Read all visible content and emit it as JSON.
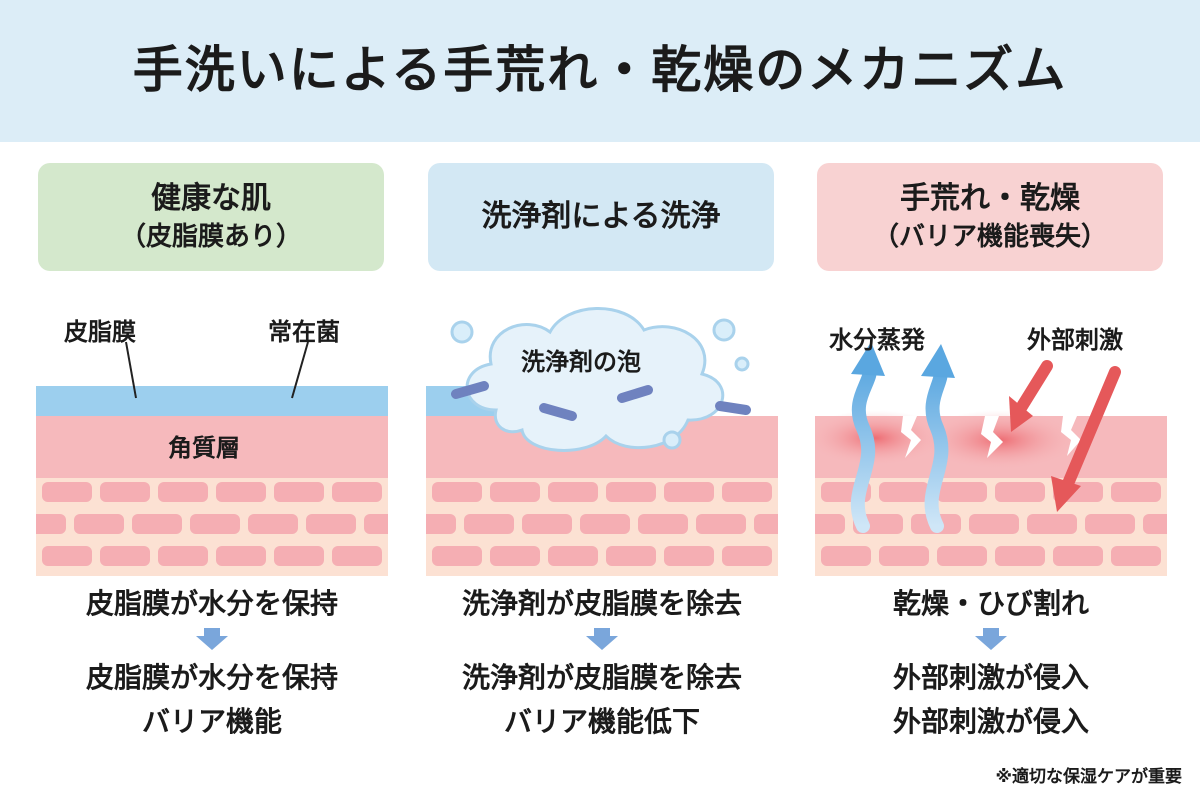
{
  "title": "手洗いによる手荒れ・乾燥のメカニズム",
  "columns": [
    {
      "header_line1": "健康な肌",
      "header_line2": "（皮脂膜あり）",
      "labels": {
        "sebum_film": "皮脂膜",
        "resident_bacteria": "常在菌",
        "stratum_corneum": "角質層"
      },
      "text1": "皮脂膜が水分を保持",
      "text2": "皮脂膜が水分を保持",
      "text3": "バリア機能"
    },
    {
      "header_line1": "洗浄剤による洗浄",
      "labels": {
        "foam": "洗浄剤の泡"
      },
      "text1": "洗浄剤が皮脂膜を除去",
      "text2": "洗浄剤が皮脂膜を除去",
      "text3": "バリア機能低下"
    },
    {
      "header_line1": "手荒れ・乾燥",
      "header_line2": "（バリア機能喪失）",
      "labels": {
        "evaporation": "水分蒸発",
        "external_stimulus": "外部刺激"
      },
      "text1": "乾燥・ひび割れ",
      "text2": "外部刺激が侵入",
      "text3": "外部刺激が侵入"
    }
  ],
  "footnote": "※適切な保湿ケアが重要",
  "colors": {
    "title_band": "#dcedf7",
    "sebum": "#9ccfee",
    "stratum": "#f6b9bc",
    "cell_bg": "#fce1d3",
    "cell": "#f5aeb3",
    "arrow_flow": "#7aa6db",
    "arrow_evap": "#6fb1e2",
    "arrow_stimulus": "#e5585a"
  },
  "icons": [
    "down-arrow-icon",
    "evaporation-arrow-icon",
    "stimulus-arrow-icon",
    "foam-cloud-icon"
  ]
}
